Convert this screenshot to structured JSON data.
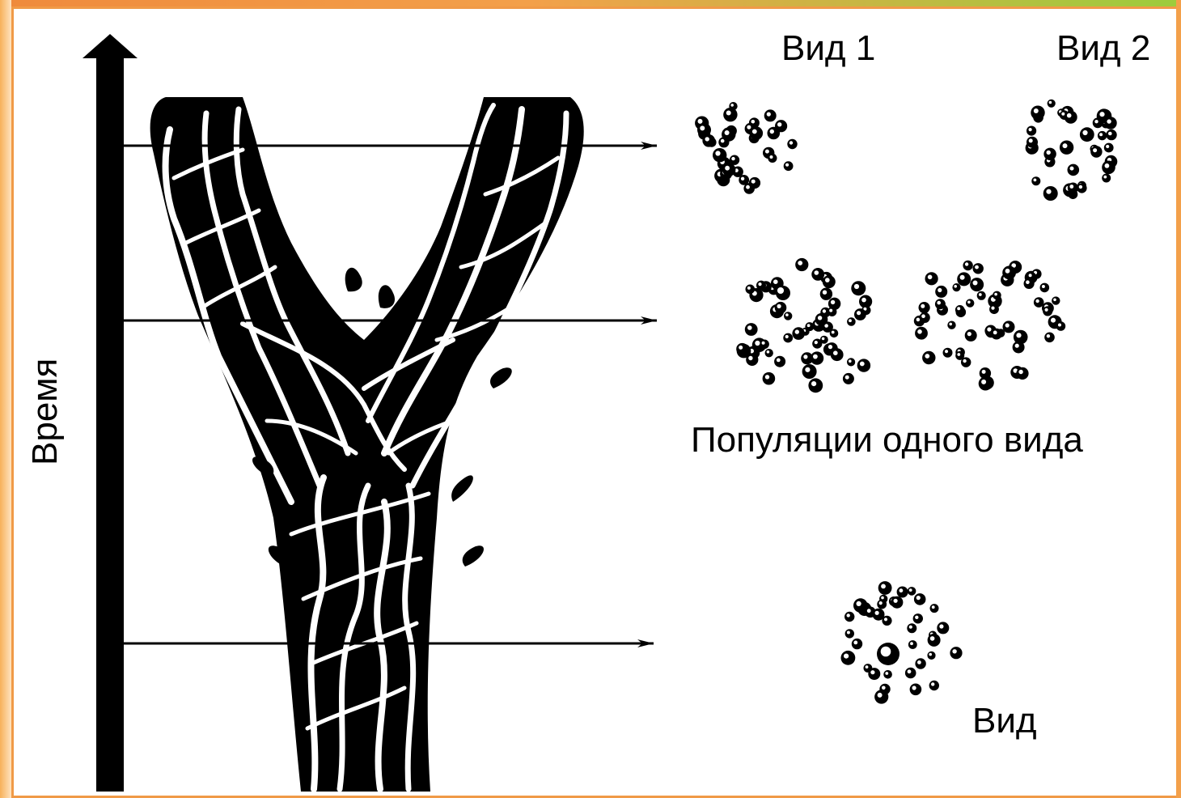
{
  "labels": {
    "time_axis": "Время",
    "species_1": "Вид 1",
    "species_2": "Вид 2",
    "populations": "Популяции одного вида",
    "species": "Вид"
  },
  "colors": {
    "frame_orange": "#f09a47",
    "frame_green": "#9ccc3c",
    "ink": "#000000",
    "background": "#ffffff"
  },
  "icons": {
    "time_axis": "up-arrow-icon",
    "time_markers": "right-arrow-icon",
    "population_clusters": "dot-cluster-icon"
  }
}
